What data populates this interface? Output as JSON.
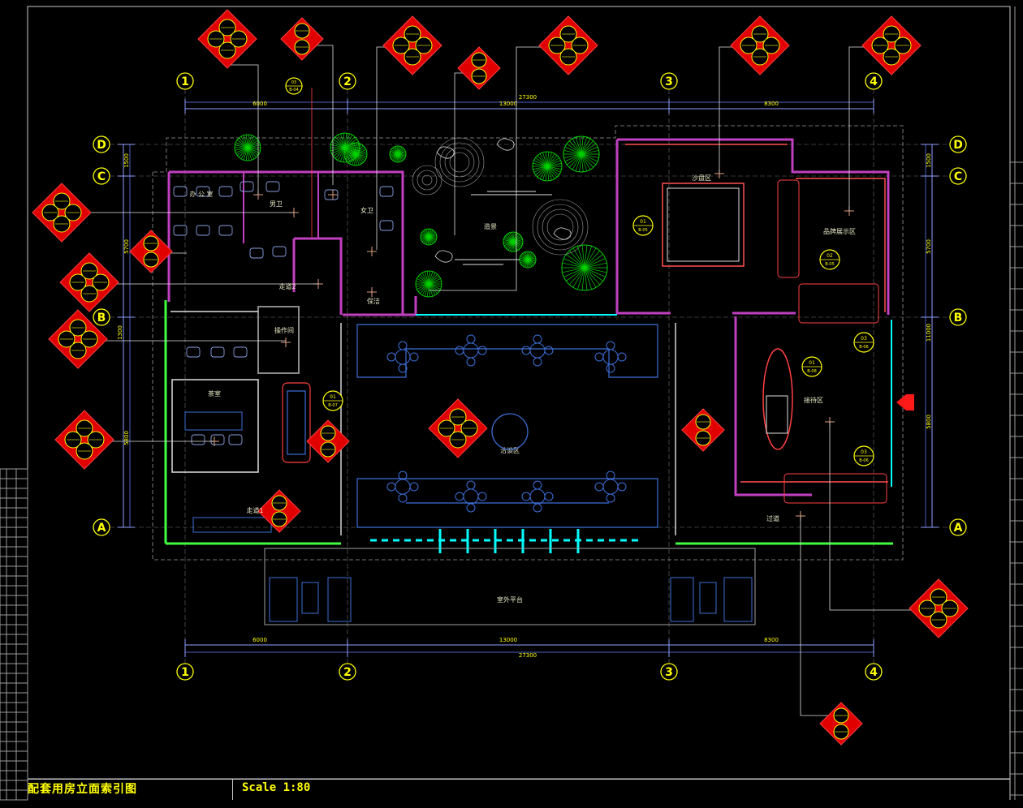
{
  "title_block": {
    "drawing_title": "配套用房立面索引图",
    "scale": "Scale 1:80"
  },
  "grid_axes": {
    "columns": [
      "1",
      "2",
      "3",
      "4"
    ],
    "rows": [
      "D",
      "C",
      "B",
      "A"
    ]
  },
  "dimensions": {
    "top_segments": [
      "6000",
      "13000",
      "8300"
    ],
    "top_total": "27300",
    "bottom_segments": [
      "6000",
      "13000",
      "8300"
    ],
    "bottom_total": "27300",
    "left_segments": [
      "1500",
      "5700",
      "1300",
      "5800"
    ],
    "right_segments": [
      "1500",
      "5700",
      "11000",
      "5800"
    ]
  },
  "room_labels": {
    "office": "办 公 室",
    "men_wc": "男卫",
    "women_wc": "女卫",
    "cleaning": "保洁",
    "corridor_2": "走道2",
    "corridor_1": "走道1",
    "pantry": "操作间",
    "tea_room": "茶室",
    "garden": "造景",
    "reception": "接待区",
    "sand_table": "沙盘区",
    "display": "品牌展示区",
    "negotiation": "洽谈区",
    "passage": "过道",
    "platform": "室外平台"
  },
  "index_tags": [
    {
      "code": "01",
      "ref": "B-05"
    },
    {
      "code": "01",
      "ref": "B-08"
    },
    {
      "code": "01",
      "ref": "B-07"
    },
    {
      "code": "02",
      "ref": "B-05"
    },
    {
      "code": "03",
      "ref": "B-06"
    },
    {
      "code": "03",
      "ref": "B-06"
    },
    {
      "code": "03",
      "ref": "B-04"
    }
  ],
  "colors": {
    "background": "#000000",
    "text_yellow": "#ffff00",
    "wall_magenta": "#ff00ff",
    "glass_cyan": "#00ffff",
    "index_red": "#ff0000",
    "plant_green": "#00ff00",
    "furniture_blue": "#3c6fd8",
    "dim_line": "#8fa0ff"
  }
}
